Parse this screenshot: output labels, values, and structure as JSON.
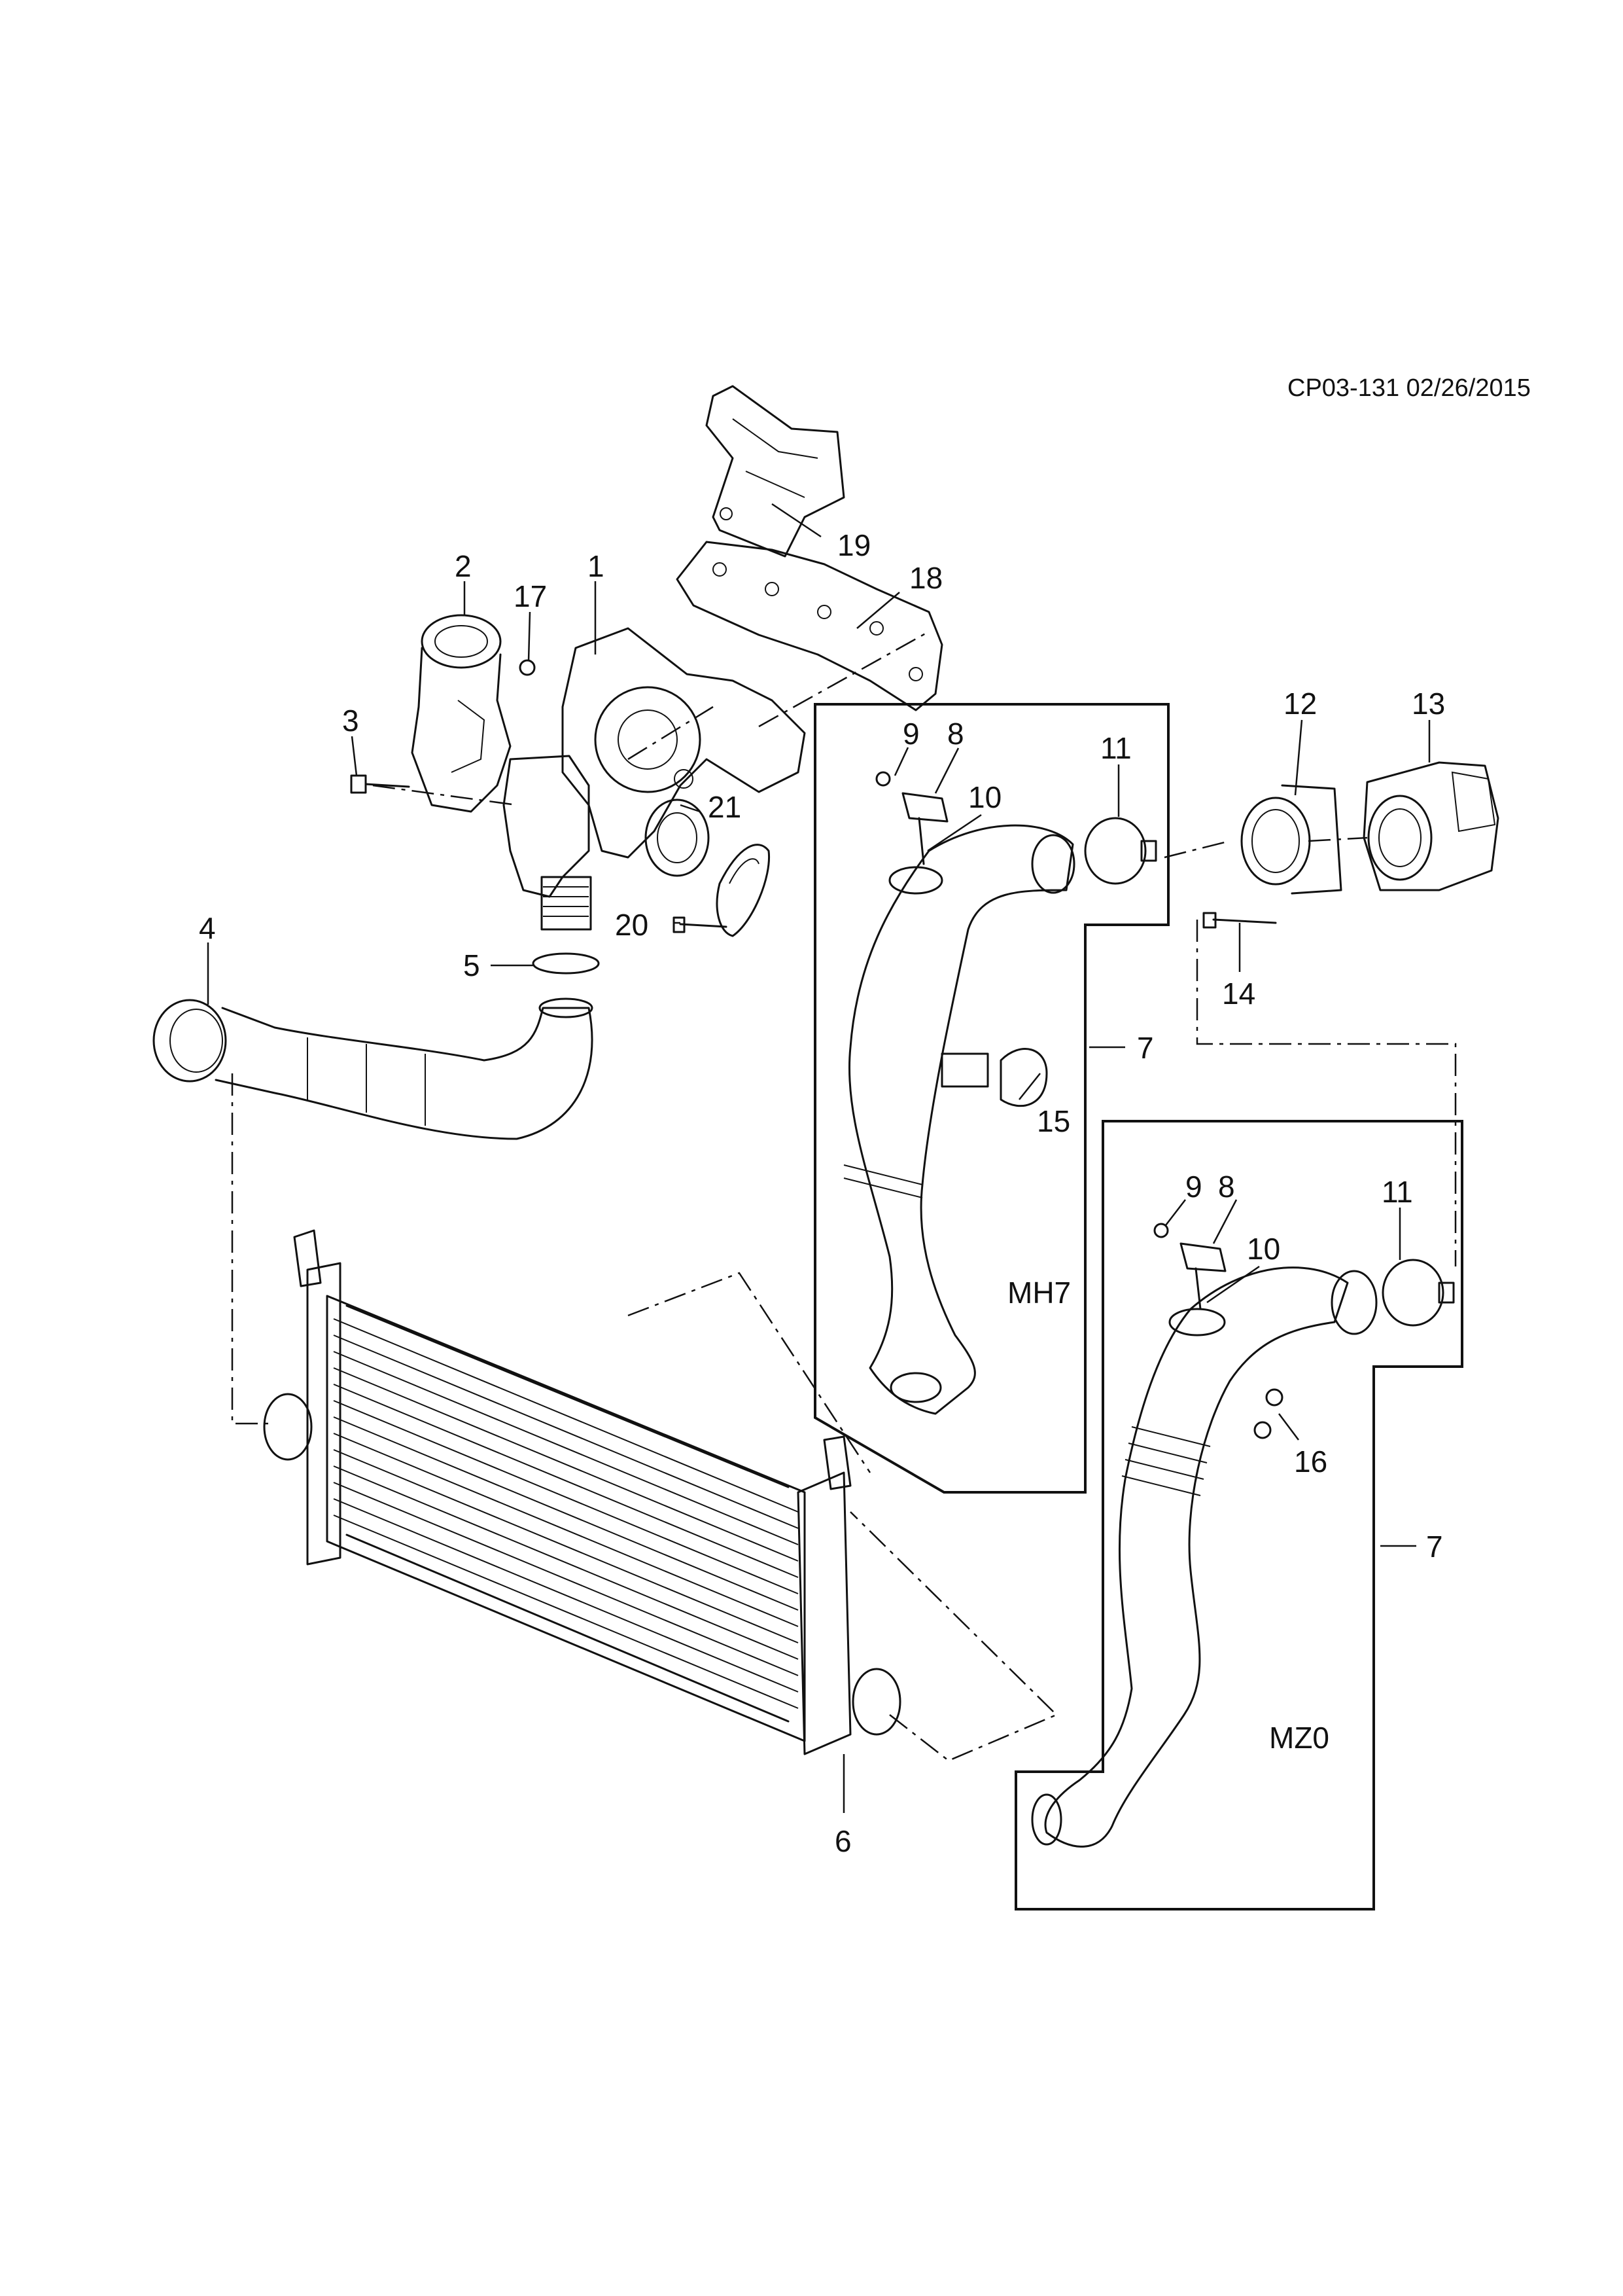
{
  "document_code": "CP03-131 02/26/2015",
  "callouts": {
    "c1": "1",
    "c2": "2",
    "c3": "3",
    "c4": "4",
    "c5": "5",
    "c6": "6",
    "c7a": "7",
    "c7b": "7",
    "c8a": "8",
    "c8b": "8",
    "c9a": "9",
    "c9b": "9",
    "c10a": "10",
    "c10b": "10",
    "c11a": "11",
    "c11b": "11",
    "c12": "12",
    "c13": "13",
    "c14": "14",
    "c15": "15",
    "c16": "16",
    "c17": "17",
    "c18": "18",
    "c19": "19",
    "c20": "20",
    "c21": "21"
  },
  "variants": {
    "upper": "MH7",
    "lower": "MZ0"
  }
}
